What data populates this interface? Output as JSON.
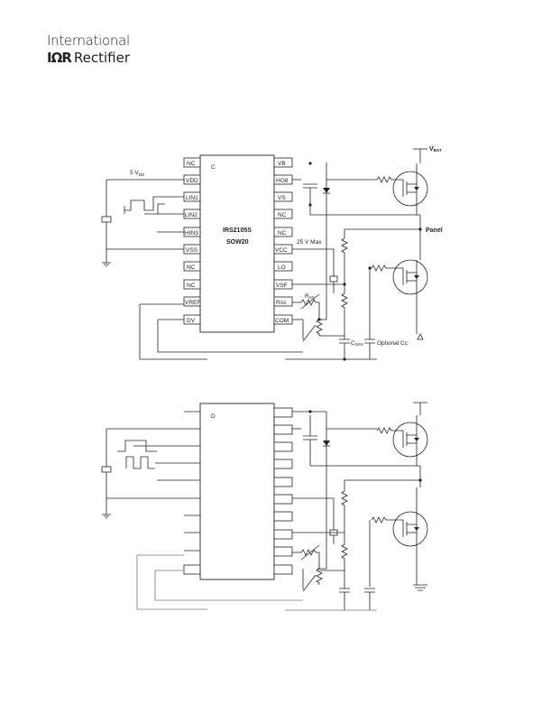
{
  "header": {
    "company_line1": "International",
    "company_mark": "IΩR",
    "company_line2": "Rectifier"
  },
  "diagram1": {
    "left_pins": [
      "NC",
      "VDD",
      "LIN1",
      "LIN2",
      "HIN3",
      "VSS",
      "NC",
      "NC",
      "VREF",
      "DV"
    ],
    "right_pins": [
      "VB",
      "HO8",
      "VS",
      "NC",
      "NC",
      "VCC",
      "LO",
      "VSF",
      "Rss",
      "COM"
    ],
    "chip_name": "IRS2105S",
    "chip_package": "SOW20",
    "pin1_mark": "C",
    "vdd_label": "5 V",
    "vdd_sub": "DD",
    "vbat_label": "V",
    "vbat_sub": "BAT",
    "panel_label": "Panel",
    "vcc_label": "25 V Max",
    "rss_label": "R",
    "rss_sub": "SS",
    "css_label": "C",
    "css_sub": "SSS",
    "optional_label": "Optional Cc"
  },
  "diagram2": {
    "pin1_mark": "D"
  },
  "colors": {
    "ink": "#222222",
    "wire_gray": "#777777",
    "background": "#ffffff"
  }
}
